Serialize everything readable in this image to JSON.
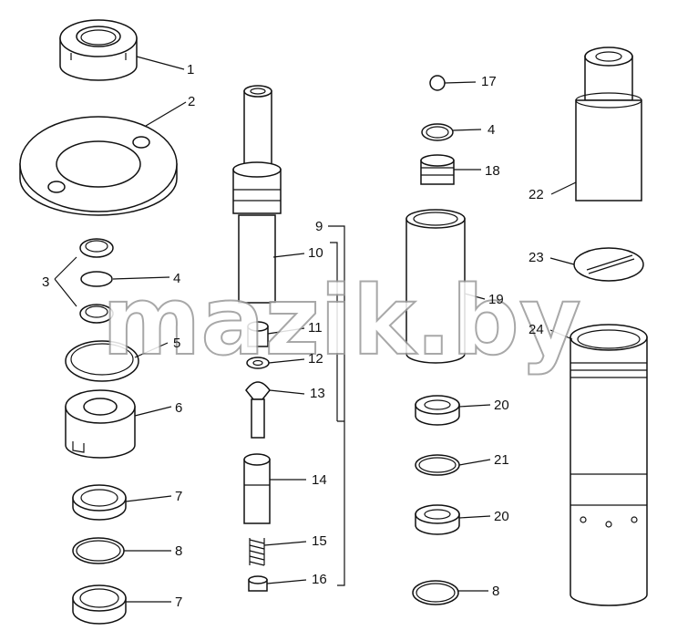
{
  "watermark": "mazik.by",
  "callouts": {
    "c1": "1",
    "c2": "2",
    "c3": "3",
    "c4a": "4",
    "c5": "5",
    "c6": "6",
    "c7a": "7",
    "c8a": "8",
    "c7b": "7",
    "c9": "9",
    "c10": "10",
    "c11": "11",
    "c12": "12",
    "c13": "13",
    "c14": "14",
    "c15": "15",
    "c16": "16",
    "c17": "17",
    "c4b": "4",
    "c18": "18",
    "c19": "19",
    "c20a": "20",
    "c21": "21",
    "c20b": "20",
    "c8b": "8",
    "c22": "22",
    "c23": "23",
    "c24": "24"
  }
}
